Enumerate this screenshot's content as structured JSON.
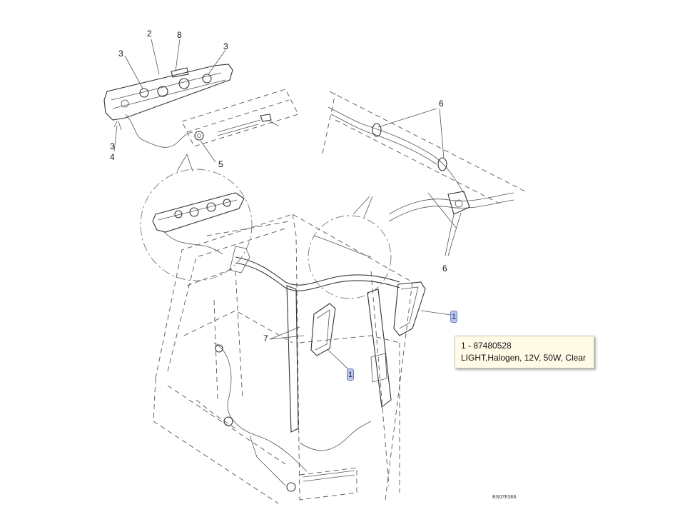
{
  "callouts": {
    "c2": "2",
    "c8": "8",
    "c3a": "3",
    "c3b": "3",
    "c3c": "3",
    "c4": "4",
    "c5": "5",
    "c6a": "6",
    "c6b": "6",
    "c7": "7"
  },
  "hotspots": {
    "h1a": "1",
    "h1b": "1"
  },
  "tooltip": {
    "line1": "1 -  87480528",
    "line2": "LIGHT,Halogen, 12V, 50W, Clear"
  },
  "drawing_code": "BS07E366"
}
